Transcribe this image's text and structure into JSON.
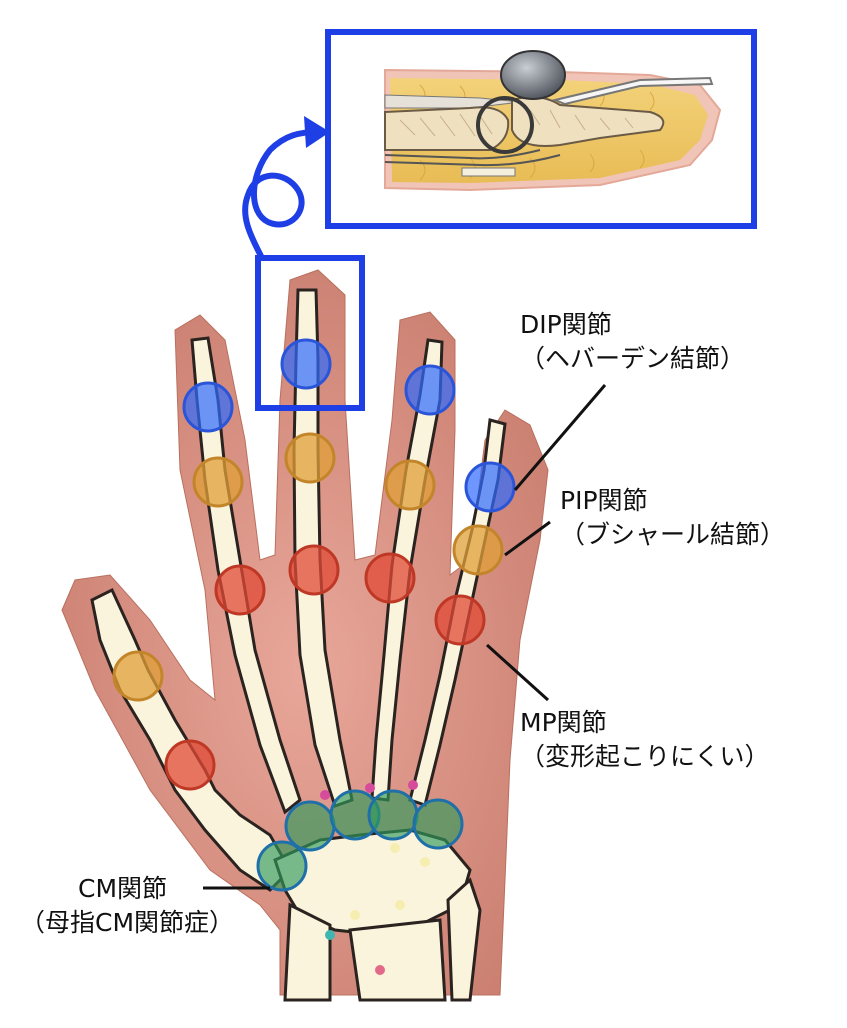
{
  "labels": {
    "dip": {
      "line1": "DIP関節",
      "line2": "（ヘバーデン結節）"
    },
    "pip": {
      "line1": "PIP関節",
      "line2": "（ブシャール結節）"
    },
    "mp": {
      "line1": "MP関節",
      "line2": "（変形起こりにくい）"
    },
    "cm": {
      "line1": "CM関節",
      "line2": "（母指CM関節症）"
    }
  },
  "colors": {
    "dip": "#2f6bff",
    "pip": "#e0a038",
    "mp": "#e04a35",
    "cm": "#2f9a5a",
    "highlight_box": "#1f3fe6",
    "skin": "#d98f80",
    "bone": "#fbf4dc"
  }
}
